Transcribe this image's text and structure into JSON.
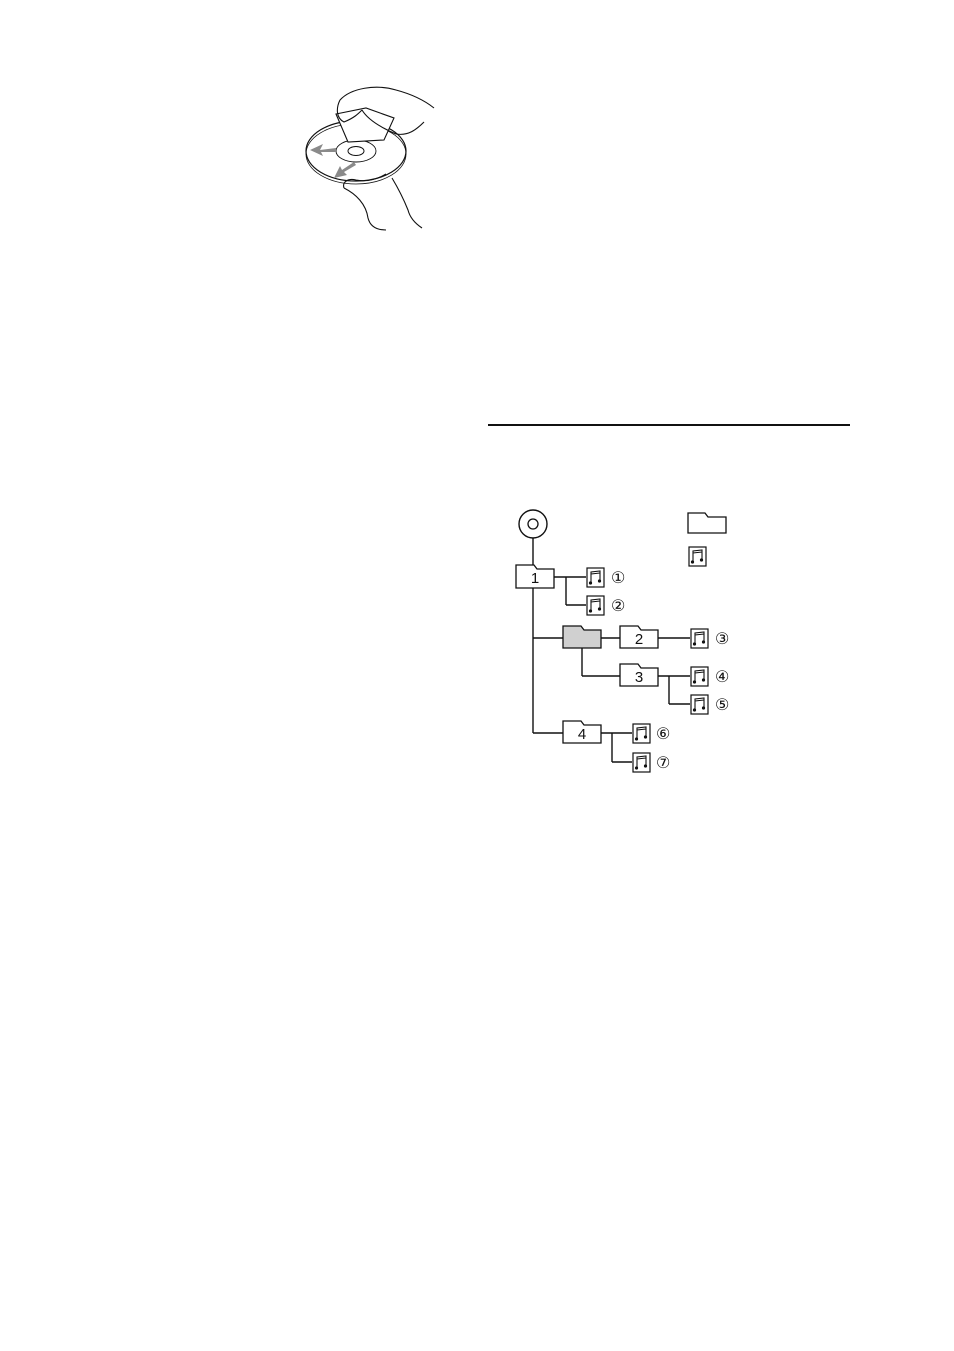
{
  "colors": {
    "ink": "#111111",
    "arrow_fill": "#8a8a8a",
    "highlighted_folder_fill": "#d0d0d0",
    "background": "#ffffff"
  },
  "illustration": {
    "icon": "disc-cleaning-icon"
  },
  "tree": {
    "root_icon": "disc-icon",
    "legend": [
      {
        "icon": "folder-icon",
        "label": ""
      },
      {
        "icon": "music-file-icon",
        "label": ""
      }
    ],
    "folders": [
      {
        "label": "1",
        "highlighted": false
      },
      {
        "label": "",
        "highlighted": true
      },
      {
        "label": "2",
        "highlighted": false
      },
      {
        "label": "3",
        "highlighted": false
      },
      {
        "label": "4",
        "highlighted": false
      }
    ],
    "tracks": [
      {
        "number": "①"
      },
      {
        "number": "②"
      },
      {
        "number": "③"
      },
      {
        "number": "④"
      },
      {
        "number": "⑤"
      },
      {
        "number": "⑥"
      },
      {
        "number": "⑦"
      }
    ]
  }
}
